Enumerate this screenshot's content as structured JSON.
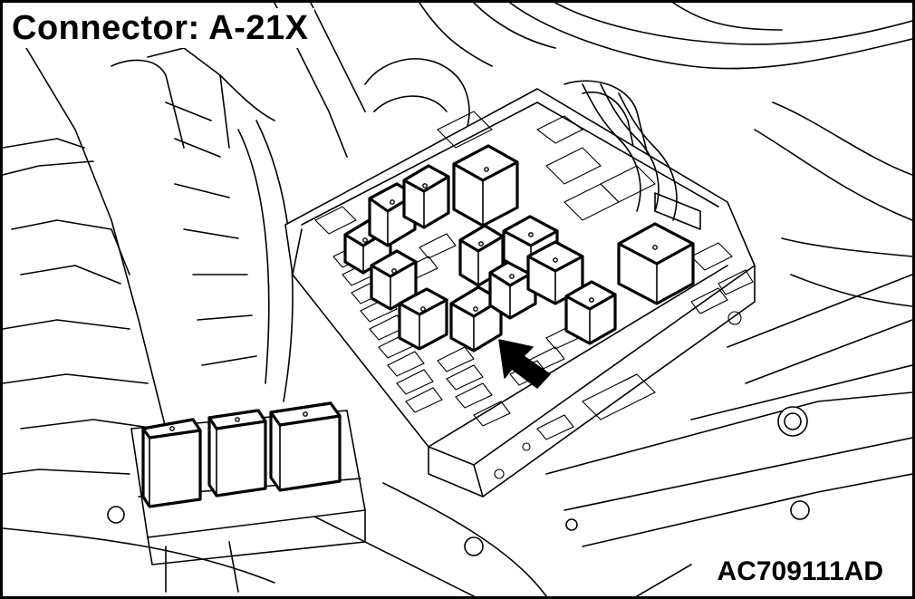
{
  "title": "Connector: A-21X",
  "figure_code": "AC709111AD",
  "arrow_icon": "arrow-pointing-to-connector",
  "colors": {
    "line": "#000000",
    "background": "#ffffff"
  }
}
